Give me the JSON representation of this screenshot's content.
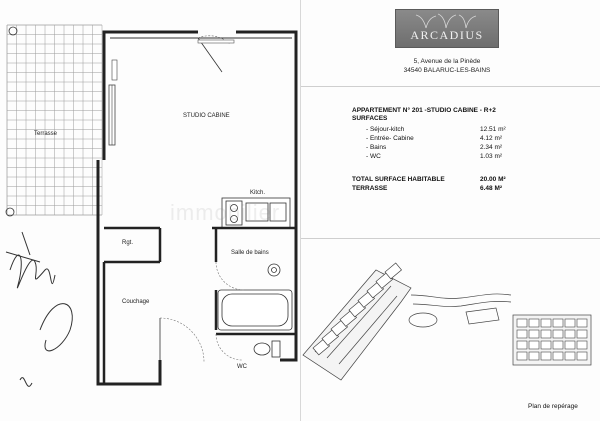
{
  "logo": {
    "name": "ARCADIUS"
  },
  "address": {
    "line1": "5, Avenue de la Pinède",
    "line2": "34540 BALARUC-LES-BAINS"
  },
  "apartment": {
    "title": "APPARTEMENT N° 201 -STUDIO CABINE - R+2",
    "surfaces_heading": "SURFACES",
    "rooms": [
      {
        "label": "- Séjour-kitch",
        "area": "12.51 m²"
      },
      {
        "label": "- Entrée- Cabine",
        "area": "4.12 m²"
      },
      {
        "label": "- Bains",
        "area": "2.34 m²"
      },
      {
        "label": "- WC",
        "area": "1.03 m²"
      }
    ],
    "total_label": "TOTAL SURFACE HABITABLE",
    "total_value": "20.00 M²",
    "terrace_label": "TERRASSE",
    "terrace_value": "6.48 M²"
  },
  "plan_labels": {
    "terrasse": "Terrasse",
    "studio": "STUDIO CABINE",
    "kitch": "Kitch.",
    "salle": "Salle de bains",
    "rgt": "Rgt.",
    "couchage": "Couchage",
    "wc": "WC"
  },
  "watermark": "immobilier",
  "site_plan_caption": "Plan de repérage"
}
